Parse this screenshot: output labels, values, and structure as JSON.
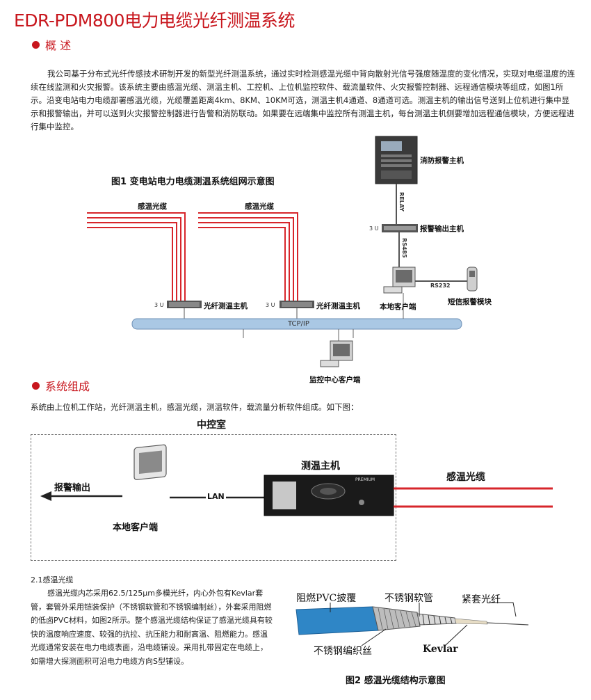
{
  "title": "EDR-PDM800电力电缆光纤测温系统",
  "overview": {
    "heading": "概 述",
    "text": "我公司基于分布式光纤传感技术研制开发的新型光纤测温系统，通过实时检测感温光缆中背向散射光信号强度随温度的变化情况，实现对电缆温度的连续在线监测和火灾报警。该系统主要由感温光缆、测温主机、工控机、上位机监控软件、载流量软件、火灾报警控制器、远程通信模块等组成，如图1所示。沿变电站电力电缆部署感温光缆，光缆覆盖距离4km、8KM、10KM可选，测温主机4通道、8通道可选。测温主机的输出信号送到上位机进行集中显示和报警输出，并可以送到火灾报警控制器进行告警和消防联动。如果要在远端集中监控所有测温主机，每台测温主机侧要增加远程通信模块，方便远程进行集中监控。"
  },
  "fig1": {
    "caption": "图1 变电站电力电缆测温系统组网示意图",
    "cable_label_1": "感温光缆",
    "cable_label_2": "感温光缆",
    "host_label_1": "光纤测温主机",
    "host_label_2": "光纤测温主机",
    "unit_3u_a": "3 U",
    "unit_3u_b": "3 U",
    "unit_3u_c": "3 U",
    "fire_panel": "消防报警主机",
    "relay": "RELAY",
    "alarm_output": "报警输出主机",
    "rs485": "RS485",
    "rs232": "RS232",
    "local_client": "本地客户端",
    "sms_module": "短信报警模块",
    "bus": "TCP/IP",
    "monitor_center": "监控中心客户端"
  },
  "composition": {
    "heading": "系统组成",
    "text": "系统由上位机工作站，光纤测温主机，感温光缆，测温软件，载流量分析软件组成。如下图："
  },
  "fig_control": {
    "room": "中控室",
    "host": "测温主机",
    "cable": "感温光缆",
    "alarm": "报警输出",
    "lan": "LAN",
    "client": "本地客户端",
    "brand": "PREMIUM"
  },
  "cable_section": {
    "number": "2.1感温光缆",
    "text": "感温光缆内芯采用62.5/125μm多模光纤，内心外包有Kevlar套管，套管外采用铠装保护（不锈钢软管和不锈钢编制丝），外套采用阻燃的低卤PVC材料，如图2所示。整个感温光缆结构保证了感温光缆具有较快的温度响应速度、较强的抗拉、抗压能力和耐高温、阻燃能力。感温光缆通常安装在电力电缆表面，沿电缆铺设。采用扎带固定在电缆上，如需增大探测面积可沿电力电缆方向S型铺设。"
  },
  "fig2": {
    "pvc": "阻燃PVC披覆",
    "steel_tube": "不锈钢软管",
    "tight_fiber": "紧套光纤",
    "braid": "不锈钢编织丝",
    "kevlar": "Kevlar",
    "caption": "图2 感温光缆结构示意图"
  },
  "colors": {
    "accent": "#c8161d",
    "cable_red": "#d7262b",
    "bus_blue": "#aac8e4",
    "pvc_blue": "#2f86c6"
  }
}
